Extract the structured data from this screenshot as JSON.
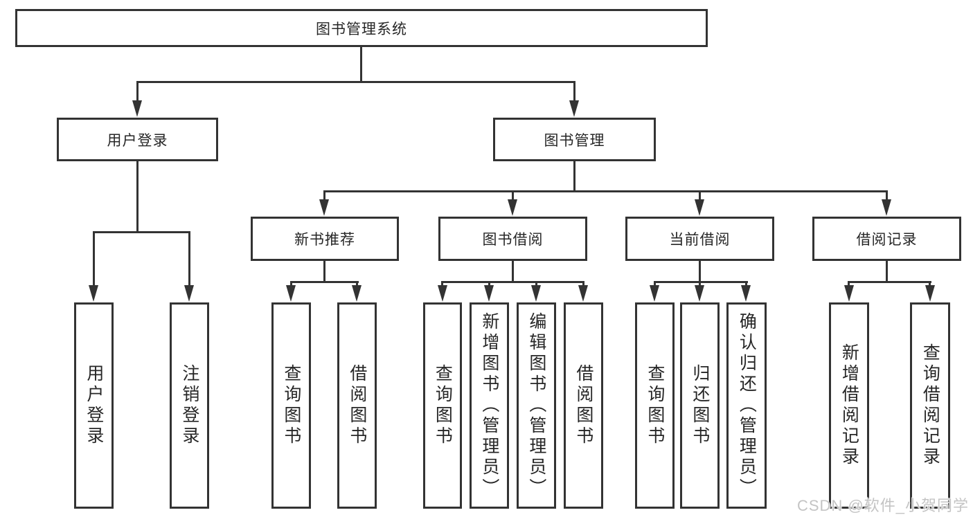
{
  "diagram": {
    "title": "图书管理系统",
    "root": "图书管理系统",
    "level2": {
      "user_login": "用户登录",
      "book_management": "图书管理"
    },
    "level3": {
      "new_book_recommend": "新书推荐",
      "book_borrowing": "图书借阅",
      "current_borrowing": "当前借阅",
      "borrowing_records": "借阅记录"
    },
    "leaves": {
      "user_login": [
        "用户登录",
        "注销登录"
      ],
      "new_book_recommend": [
        "查询图书",
        "借阅图书"
      ],
      "book_borrowing": [
        "查询图书",
        "新增图书（管理员）",
        "编辑图书（管理员）",
        "借阅图书"
      ],
      "current_borrowing": [
        "查询图书",
        "归还图书",
        "确认归还（管理员）"
      ],
      "borrowing_records": [
        "新增借阅记录",
        "查询借阅记录"
      ]
    }
  },
  "watermark": "CSDN @软件_小贺同学",
  "colors": {
    "line": "#333333",
    "text": "#262626",
    "watermark": "#c4c4c4",
    "background": "#ffffff"
  }
}
